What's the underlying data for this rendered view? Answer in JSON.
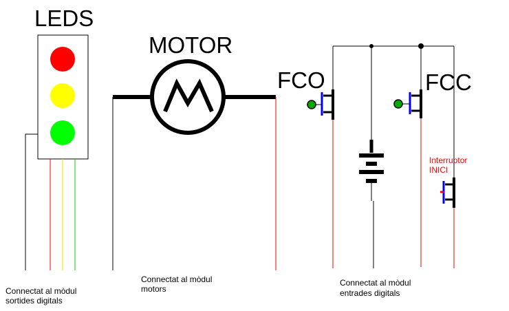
{
  "labels": {
    "leds": "LEDS",
    "motor": "MOTOR",
    "fco": "FCO",
    "fcc": "FCC",
    "interruptor_line1": "Interruptor",
    "interruptor_line2": "INICI"
  },
  "notes": {
    "outputs_line1": "Connectat al mòdul",
    "outputs_line2": "sortides digitals",
    "motors_line1": "Connectat al mòdul",
    "motors_line2": "motors",
    "inputs_line1": "Connectat al mòdul",
    "inputs_line2": "entrades digitals"
  },
  "colors": {
    "led_red": "#ff0000",
    "led_yellow": "#ffff00",
    "led_green": "#00ff00",
    "wire_black": "#000000",
    "wire_red": "#ff0000",
    "wire_yellow": "#ffff00",
    "wire_green": "#00ff00",
    "contact_blue": "#0000ff",
    "sensor_green": "#00aa00"
  }
}
